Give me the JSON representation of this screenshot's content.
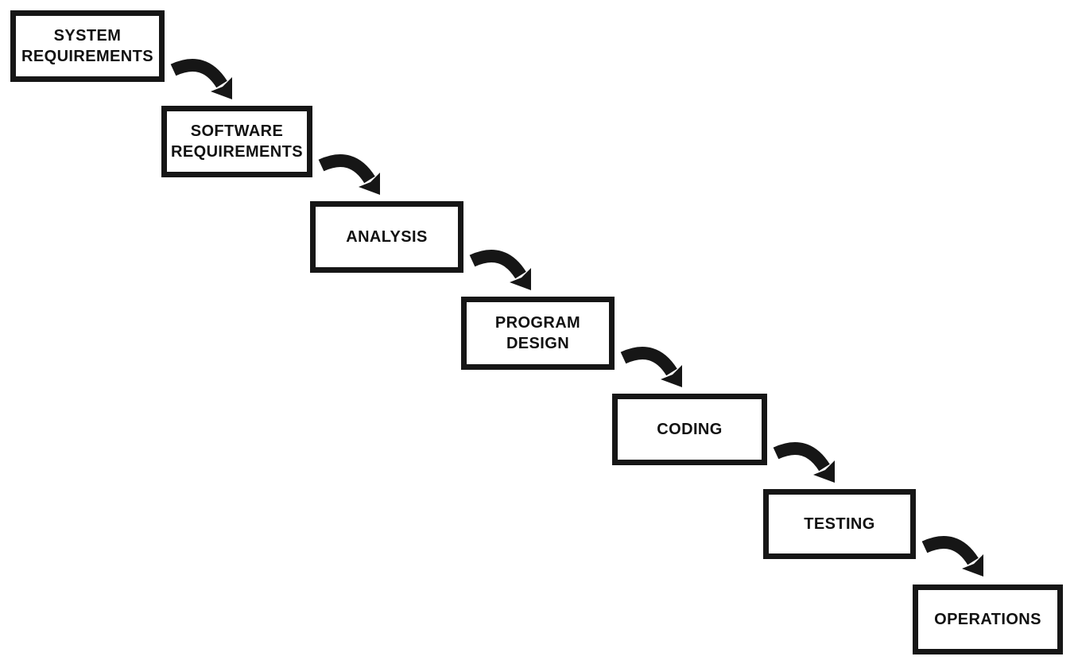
{
  "diagram": {
    "name": "waterfall-model-staircase",
    "background_color": "#ffffff",
    "ink_color": "#161616",
    "stages": [
      {
        "label": "SYSTEM REQUIREMENTS"
      },
      {
        "label": "SOFTWARE REQUIREMENTS"
      },
      {
        "label": "ANALYSIS"
      },
      {
        "label": "PROGRAM DESIGN"
      },
      {
        "label": "CODING"
      },
      {
        "label": "TESTING"
      },
      {
        "label": "OPERATIONS"
      }
    ],
    "connections": [
      {
        "from": "SYSTEM REQUIREMENTS",
        "to": "SOFTWARE REQUIREMENTS"
      },
      {
        "from": "SOFTWARE REQUIREMENTS",
        "to": "ANALYSIS"
      },
      {
        "from": "ANALYSIS",
        "to": "PROGRAM DESIGN"
      },
      {
        "from": "PROGRAM DESIGN",
        "to": "CODING"
      },
      {
        "from": "CODING",
        "to": "TESTING"
      },
      {
        "from": "TESTING",
        "to": "OPERATIONS"
      }
    ]
  }
}
